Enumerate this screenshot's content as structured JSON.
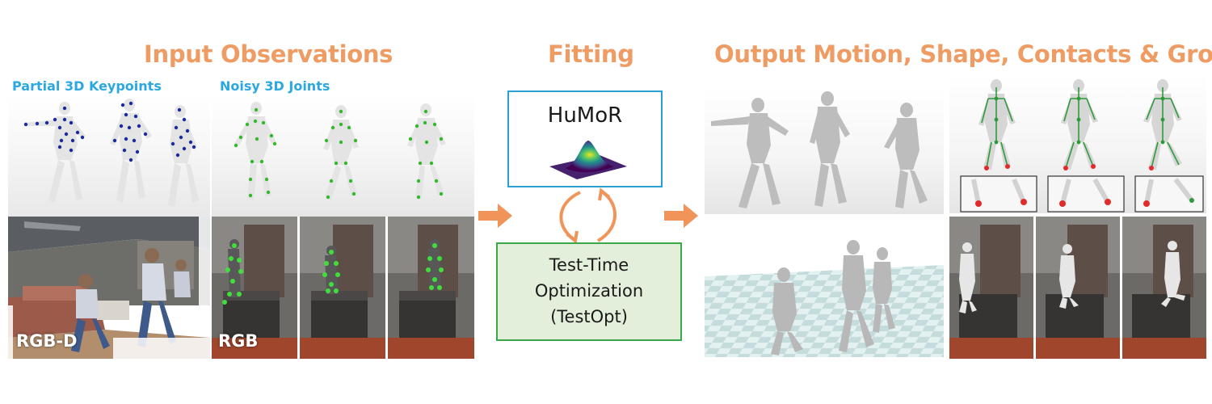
{
  "headings": {
    "input": "Input Observations",
    "fitting": "Fitting",
    "output": "Output Motion, Shape, Contacts & Ground"
  },
  "input_labels": {
    "partial": "Partial 3D Keypoints",
    "noisy": "Noisy 3D Joints"
  },
  "modality_labels": {
    "rgbd": "RGB-D",
    "rgb": "RGB"
  },
  "fitting": {
    "prior_title": "HuMoR",
    "opt_line1": "Test-Time",
    "opt_line2": "Optimization",
    "opt_line3": "(TestOpt)"
  },
  "colors": {
    "heading": "#ee9c63",
    "sublabel": "#2ba8e2",
    "arrow": "#f0945a",
    "prior_border": "#2a9fd6",
    "opt_border": "#3aa84a",
    "opt_fill": "#e3efdb",
    "keypoint": "#1c2a9a",
    "joint": "#36b82c",
    "contact": "#e12a2a"
  },
  "icons": {
    "arrow_in": "right-arrow-icon",
    "arrow_out": "right-arrow-icon",
    "loop": "cycle-arrows-icon",
    "prior": "gaussian-surface-icon"
  }
}
